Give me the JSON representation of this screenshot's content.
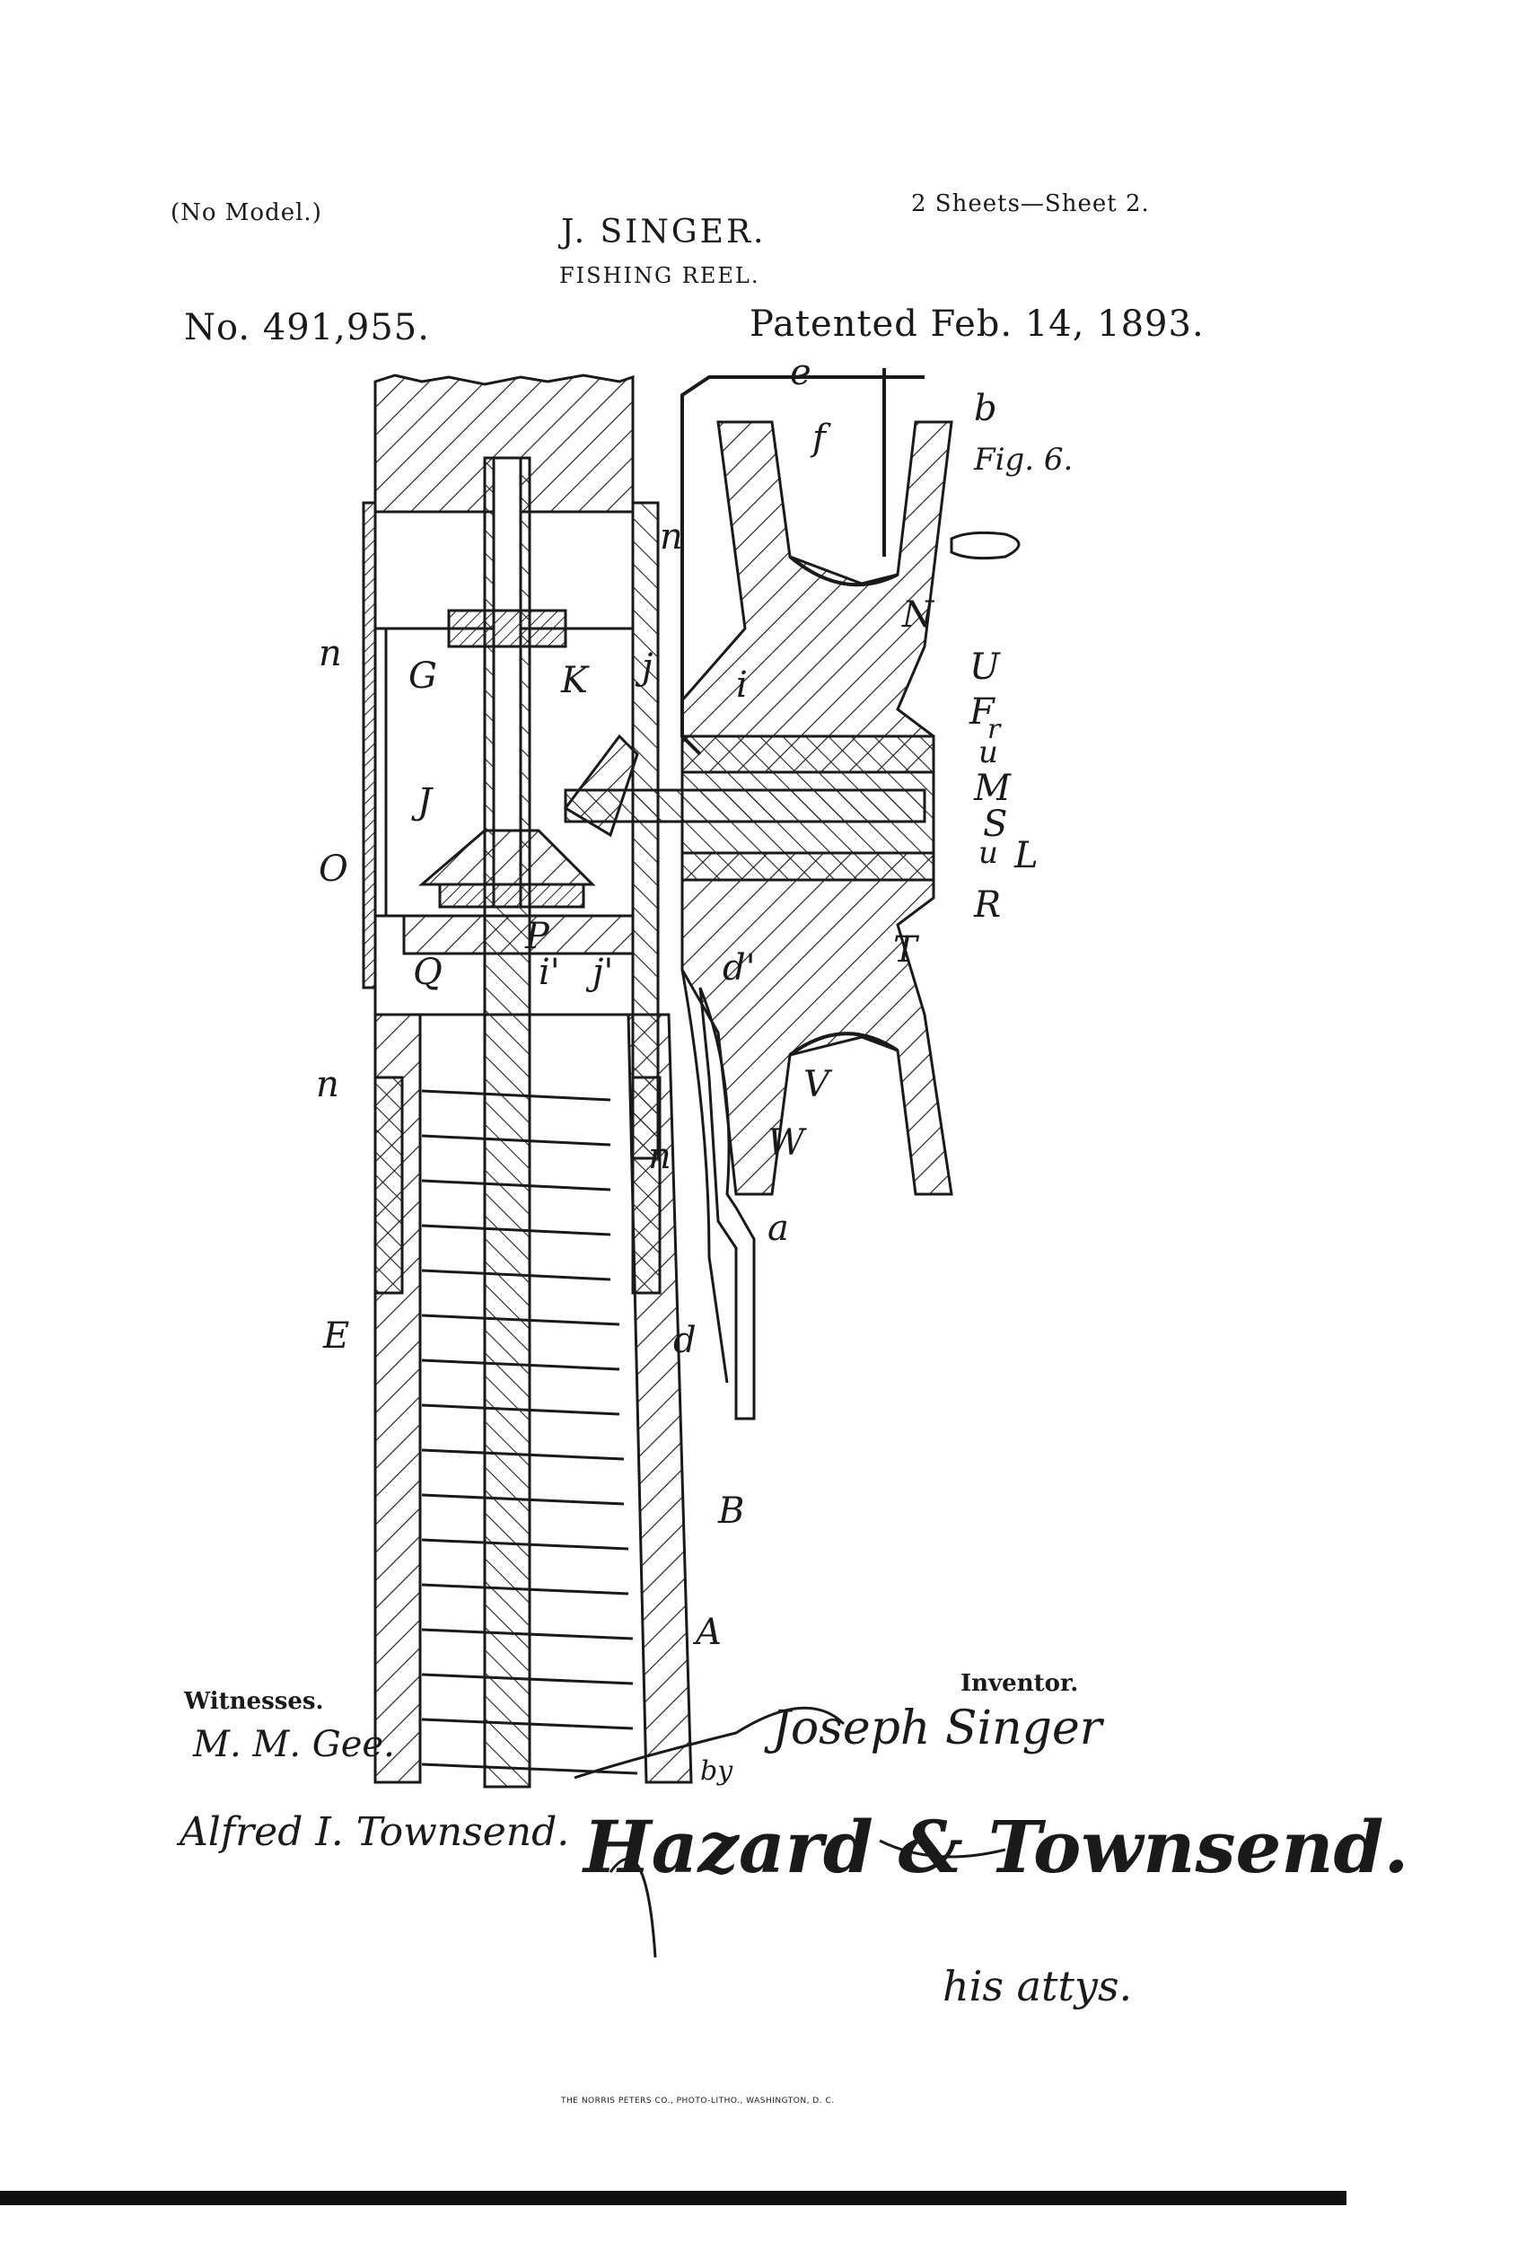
{
  "header": {
    "model_note": "(No Model.)",
    "sheets": "2 Sheets—Sheet 2.",
    "inventor_name": "J. SINGER.",
    "invention_title": "FISHING REEL.",
    "patent_number": "No. 491,955.",
    "patent_date": "Patented Feb. 14, 1893."
  },
  "figure": {
    "name": "Fig. 6.",
    "labels": [
      "e",
      "f",
      "b",
      "n",
      "n",
      "G",
      "K",
      "j",
      "i",
      "N",
      "U",
      "F",
      "r",
      "u",
      "M",
      "S",
      "L",
      "u",
      "R",
      "T",
      "J",
      "O",
      "P",
      "Q",
      "i'",
      "j'",
      "d'",
      "V",
      "W",
      "n",
      "n",
      "a",
      "d",
      "E",
      "B",
      "A"
    ]
  },
  "signatures": {
    "witnesses_heading": "Witnesses.",
    "witness_1": "M. M. Gee.",
    "witness_2": "Alfred I. Townsend.",
    "inventor_heading": "Inventor.",
    "inventor_signature": "Joseph Singer",
    "by": "by",
    "attorneys": "Hazard & Townsend.",
    "attys_note": "his attys."
  },
  "footer": {
    "printer": "THE NORRIS PETERS CO., PHOTO-LITHO., WASHINGTON, D. C."
  }
}
